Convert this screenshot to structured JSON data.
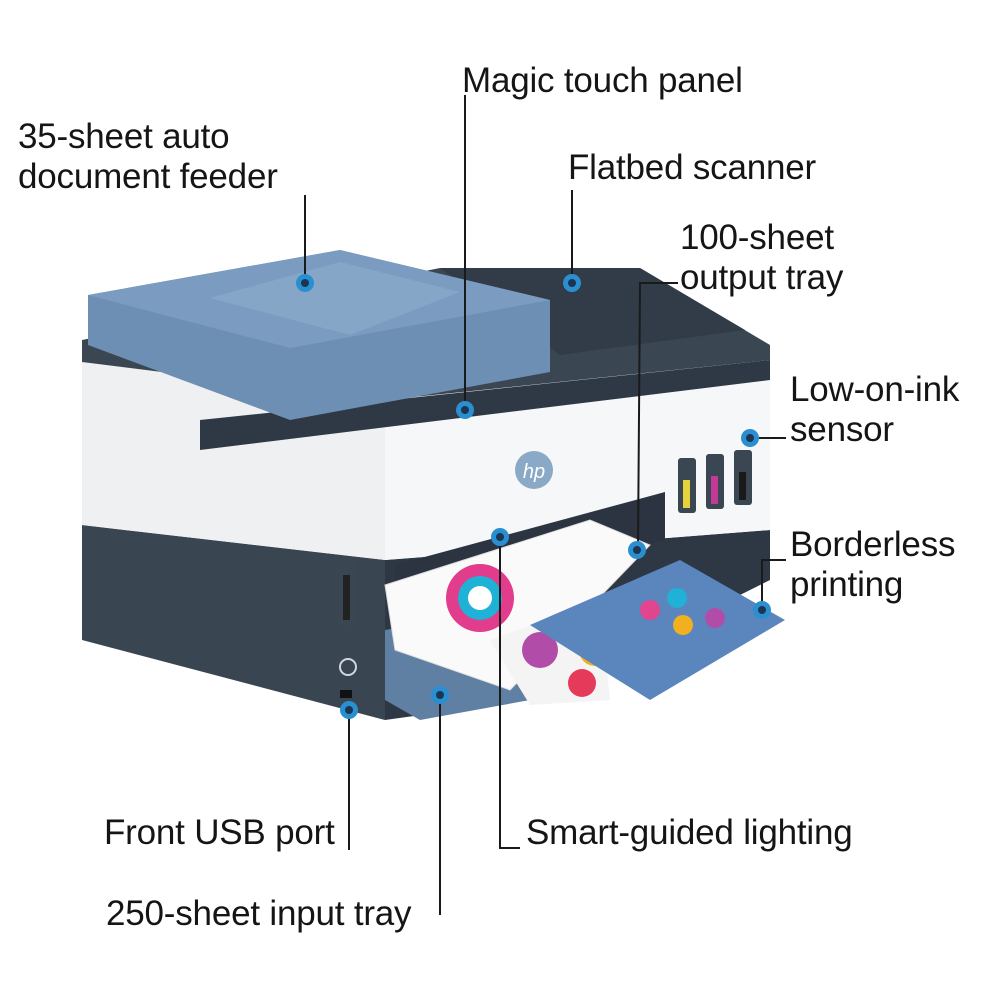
{
  "callouts": {
    "feeder": [
      "35-sheet auto",
      "document feeder"
    ],
    "touch_panel": "Magic touch panel",
    "scanner": "Flatbed scanner",
    "output_tray": [
      "100-sheet",
      "output tray"
    ],
    "ink_sensor": [
      "Low-on-ink",
      "sensor"
    ],
    "borderless": [
      "Borderless",
      "printing"
    ],
    "usb": "Front USB port",
    "lighting": "Smart-guided lighting",
    "input_tray": "250-sheet input tray"
  },
  "logo": "hp",
  "colors": {
    "accent": "#2a8fd0",
    "lid_blue": "#6d8fb3",
    "body_dark": "#3b4653",
    "body_white": "#f2f3f4"
  }
}
